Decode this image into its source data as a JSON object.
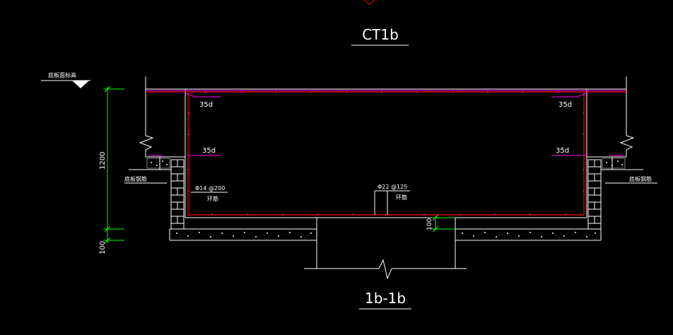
{
  "drawing": {
    "title_top": "CT1b",
    "title_bottom": "1b-1b",
    "label_top_left": "底板面标高",
    "label_left_bottom": "底板钢筋",
    "label_right_bottom": "底板钢筋",
    "anchorage_top_left": "35d",
    "anchorage_top_right": "35d",
    "anchorage_mid_left": "35d",
    "anchorage_mid_right": "35d",
    "dim_height": "1200",
    "dim_cushion": "100",
    "dim_step": "100",
    "rebar_left": "Φ14 @200",
    "rebar_left_note": "环筋",
    "rebar_center": "Φ22 @125",
    "rebar_center_note": "环筋"
  },
  "colors": {
    "background": "#000000",
    "concrete_line": "#ffffff",
    "rebar": "#ff0000",
    "anchorage": "#ff00ff",
    "dimension": "#00ff00"
  }
}
